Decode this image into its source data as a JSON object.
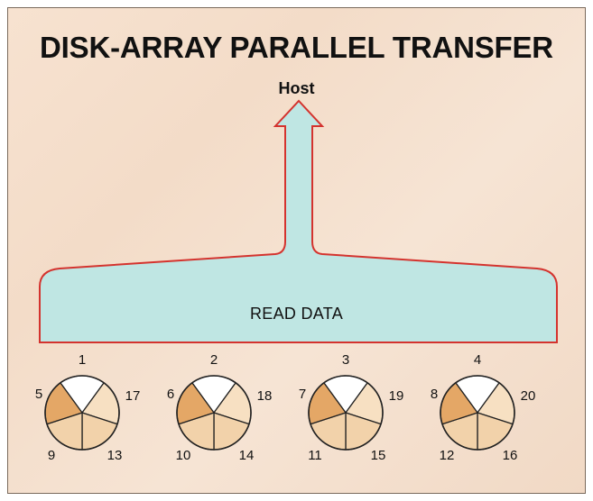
{
  "title": "DISK-ARRAY PARALLEL TRANSFER",
  "host_label": "Host",
  "read_label": "READ DATA",
  "disks": [
    {
      "id": "1",
      "blocks": [
        "1",
        "17",
        "13",
        "9",
        "5"
      ]
    },
    {
      "id": "2",
      "blocks": [
        "2",
        "18",
        "14",
        "10",
        "6"
      ]
    },
    {
      "id": "3",
      "blocks": [
        "3",
        "19",
        "15",
        "11",
        "7"
      ]
    },
    {
      "id": "4",
      "blocks": [
        "4",
        "20",
        "16",
        "12",
        "8"
      ]
    }
  ],
  "colors": {
    "arrow_fill": "#bfe6e3",
    "arrow_outline": "#d4332e",
    "wedge_white": "#ffffff",
    "wedge_light": "#f7e0c2",
    "wedge_mid": "#f2d2aa",
    "wedge_dark": "#e4a766",
    "disk_outline": "#222222"
  }
}
